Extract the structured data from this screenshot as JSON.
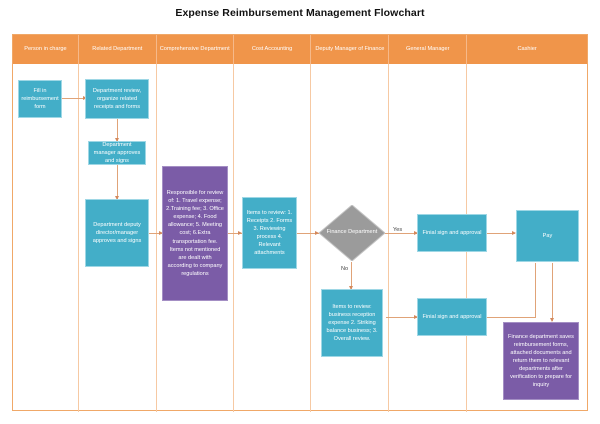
{
  "title": "Expense Reimbursement Management Flowchart",
  "colors": {
    "lane_header": "#f0954a",
    "lane_border": "#f0a868",
    "node_blue": "#43aec8",
    "node_purple": "#7b5ca7",
    "decision_gray": "#9b9b9b",
    "connector": "#e0a378",
    "title_text": "#111111"
  },
  "lanes": [
    {
      "label": "Person in charge"
    },
    {
      "label": "Related Department"
    },
    {
      "label": "Comprehensive Department"
    },
    {
      "label": "Cost Accounting"
    },
    {
      "label": "Deputy Manager of Finance"
    },
    {
      "label": "General Manager"
    },
    {
      "label": "Cashier"
    }
  ],
  "nodes": {
    "fill_form": "Fill in reimbursement form",
    "dept_review": "Department review, organize related receipts and forms",
    "dept_manager": "Department manager approves and signs",
    "dept_deputy": "Department deputy director/manager approves and signs",
    "comprehensive_review": "Responsible for review of: 1. Travel expense; 2.Training fee; 3. Office expense; 4. Food allowance; 5. Meeting cost; 6.Extra transportation fee. Items not mentioned are dealt with according to company regulations",
    "cost_items": "Items to review: 1. Receipts 2. Forms 3. Reviewing process 4. Relevant attachments",
    "finance_decision": "Finance Department",
    "business_items": "Items to review: business reception expense 2. Striking balance business; 3. Overall review.",
    "final_sign_top": "Finial sign and approval",
    "final_sign_bottom": "Finial sign and approval",
    "pay": "Pay",
    "finance_saves": "Finance department saves reimbursement forms, attached documents and return them to relevant departments after verification to prepare for inquiry"
  },
  "edge_labels": {
    "yes": "Yes",
    "no": "No"
  }
}
